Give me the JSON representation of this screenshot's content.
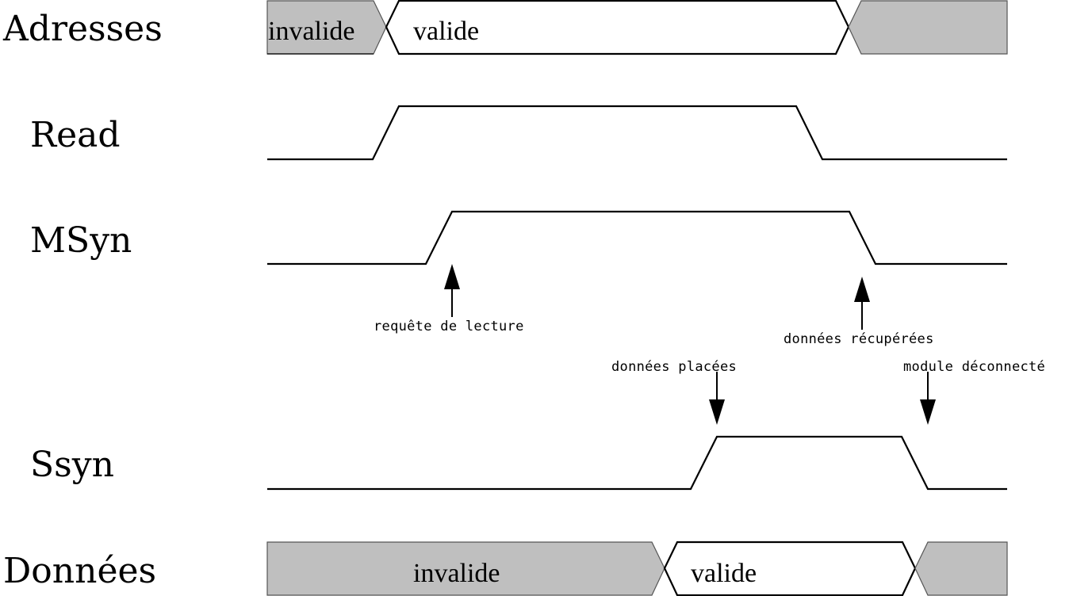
{
  "title": "Chronogramme de lecture (bus asynchrone)",
  "colors": {
    "invalid_fill": "#bfbfbf",
    "valid_fill": "#ffffff",
    "line": "#000000"
  },
  "signals": [
    {
      "id": "adresses",
      "label": "Adresses",
      "type": "bus"
    },
    {
      "id": "read",
      "label": "Read",
      "type": "wire"
    },
    {
      "id": "msyn",
      "label": "MSyn",
      "type": "wire"
    },
    {
      "id": "ssyn",
      "label": "Ssyn",
      "type": "wire"
    },
    {
      "id": "donnees",
      "label": "Données",
      "type": "bus"
    }
  ],
  "bus_states": {
    "adresses": [
      {
        "state": "invalid",
        "label": "invalide"
      },
      {
        "state": "valid",
        "label": "valide"
      },
      {
        "state": "invalid",
        "label": ""
      }
    ],
    "donnees": [
      {
        "state": "invalid",
        "label": "invalide"
      },
      {
        "state": "valid",
        "label": "valide"
      },
      {
        "state": "invalid",
        "label": ""
      }
    ]
  },
  "annotations": [
    {
      "id": "requete",
      "text": "requête de lecture",
      "signal": "msyn",
      "edge": "rising",
      "direction": "up"
    },
    {
      "id": "recuperees",
      "text": "données récupérées",
      "signal": "msyn",
      "edge": "falling",
      "direction": "up"
    },
    {
      "id": "placees",
      "text": "données placées",
      "signal": "ssyn",
      "edge": "rising",
      "direction": "down"
    },
    {
      "id": "deconnecte",
      "text": "module déconnecté",
      "signal": "ssyn",
      "edge": "falling",
      "direction": "down"
    }
  ]
}
